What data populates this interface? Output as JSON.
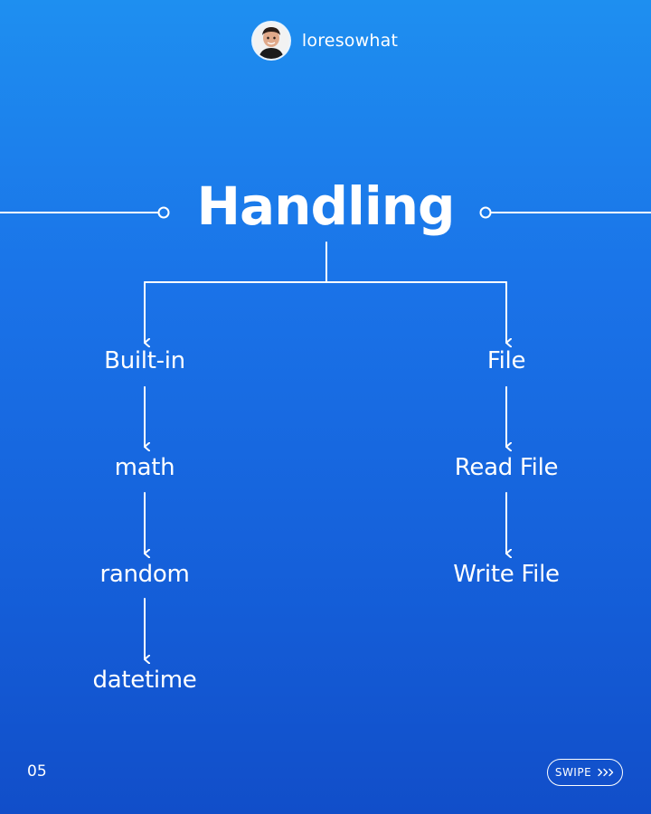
{
  "header": {
    "username": "loresowhat",
    "avatar_icon": "person-avatar"
  },
  "title": "Handling",
  "left_branch": {
    "items": [
      "Built-in",
      "math",
      "random",
      "datetime"
    ]
  },
  "right_branch": {
    "items": [
      "File",
      "Read File",
      "Write File"
    ]
  },
  "footer": {
    "page_number": "05",
    "swipe_label": "SWIPE",
    "swipe_icon": "triple-chevron-right-icon"
  },
  "colors": {
    "background_top": "#1e8ff0",
    "background_bottom": "#114ec9",
    "foreground": "#ffffff"
  }
}
